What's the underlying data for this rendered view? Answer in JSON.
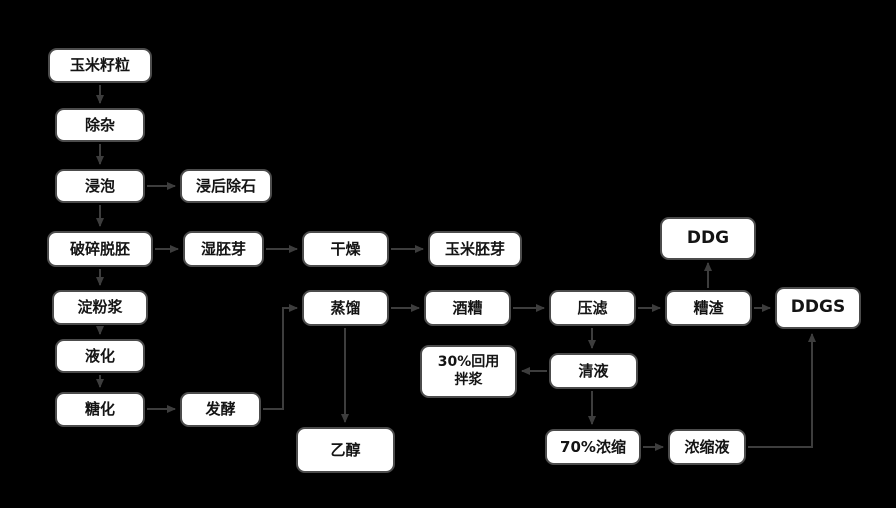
{
  "diagram": {
    "description": "Corn ethanol and DDGS production process flowchart",
    "colors": {
      "background": "#000000",
      "node_fill": "#ffffff",
      "node_border": "#4c4c4c",
      "node_text": "#141414",
      "arrow": "#3d3d3d"
    },
    "nodes": {
      "corn_kernel": {
        "label": "玉米籽粒"
      },
      "impurity_removal": {
        "label": "除杂"
      },
      "soaking": {
        "label": "浸泡"
      },
      "destoning": {
        "label": "浸后除石"
      },
      "crushing_degermination": {
        "label": "破碎脱胚"
      },
      "wet_germ": {
        "label": "湿胚芽"
      },
      "drying": {
        "label": "干燥"
      },
      "corn_germ": {
        "label": "玉米胚芽"
      },
      "starch_slurry": {
        "label": "淀粉浆"
      },
      "liquefaction": {
        "label": "液化"
      },
      "saccharification": {
        "label": "糖化"
      },
      "fermentation": {
        "label": "发酵"
      },
      "distillation": {
        "label": "蒸馏"
      },
      "ethanol": {
        "label": "乙醇"
      },
      "stillage": {
        "label": "酒糟"
      },
      "press_filtration": {
        "label": "压滤"
      },
      "residue": {
        "label": "糟渣"
      },
      "ddg": {
        "label": "DDG"
      },
      "ddgs": {
        "label": "DDGS"
      },
      "clear_liquid": {
        "label": "清液"
      },
      "recycle_slurry": {
        "label": "30%回用\n拌浆"
      },
      "concentration_70": {
        "label": "70%浓缩"
      },
      "concentrate": {
        "label": "浓缩液"
      }
    },
    "edges": [
      {
        "from": "corn_kernel",
        "to": "impurity_removal"
      },
      {
        "from": "impurity_removal",
        "to": "soaking"
      },
      {
        "from": "soaking",
        "to": "destoning"
      },
      {
        "from": "soaking",
        "to": "crushing_degermination"
      },
      {
        "from": "crushing_degermination",
        "to": "wet_germ"
      },
      {
        "from": "wet_germ",
        "to": "drying"
      },
      {
        "from": "drying",
        "to": "corn_germ"
      },
      {
        "from": "crushing_degermination",
        "to": "starch_slurry"
      },
      {
        "from": "starch_slurry",
        "to": "liquefaction"
      },
      {
        "from": "liquefaction",
        "to": "saccharification"
      },
      {
        "from": "saccharification",
        "to": "fermentation"
      },
      {
        "from": "fermentation",
        "to": "distillation"
      },
      {
        "from": "distillation",
        "to": "ethanol"
      },
      {
        "from": "distillation",
        "to": "stillage"
      },
      {
        "from": "stillage",
        "to": "press_filtration"
      },
      {
        "from": "press_filtration",
        "to": "residue"
      },
      {
        "from": "press_filtration",
        "to": "clear_liquid"
      },
      {
        "from": "residue",
        "to": "ddg"
      },
      {
        "from": "residue",
        "to": "ddgs"
      },
      {
        "from": "clear_liquid",
        "to": "recycle_slurry"
      },
      {
        "from": "clear_liquid",
        "to": "concentration_70"
      },
      {
        "from": "concentration_70",
        "to": "concentrate"
      },
      {
        "from": "concentrate",
        "to": "ddgs"
      }
    ]
  }
}
